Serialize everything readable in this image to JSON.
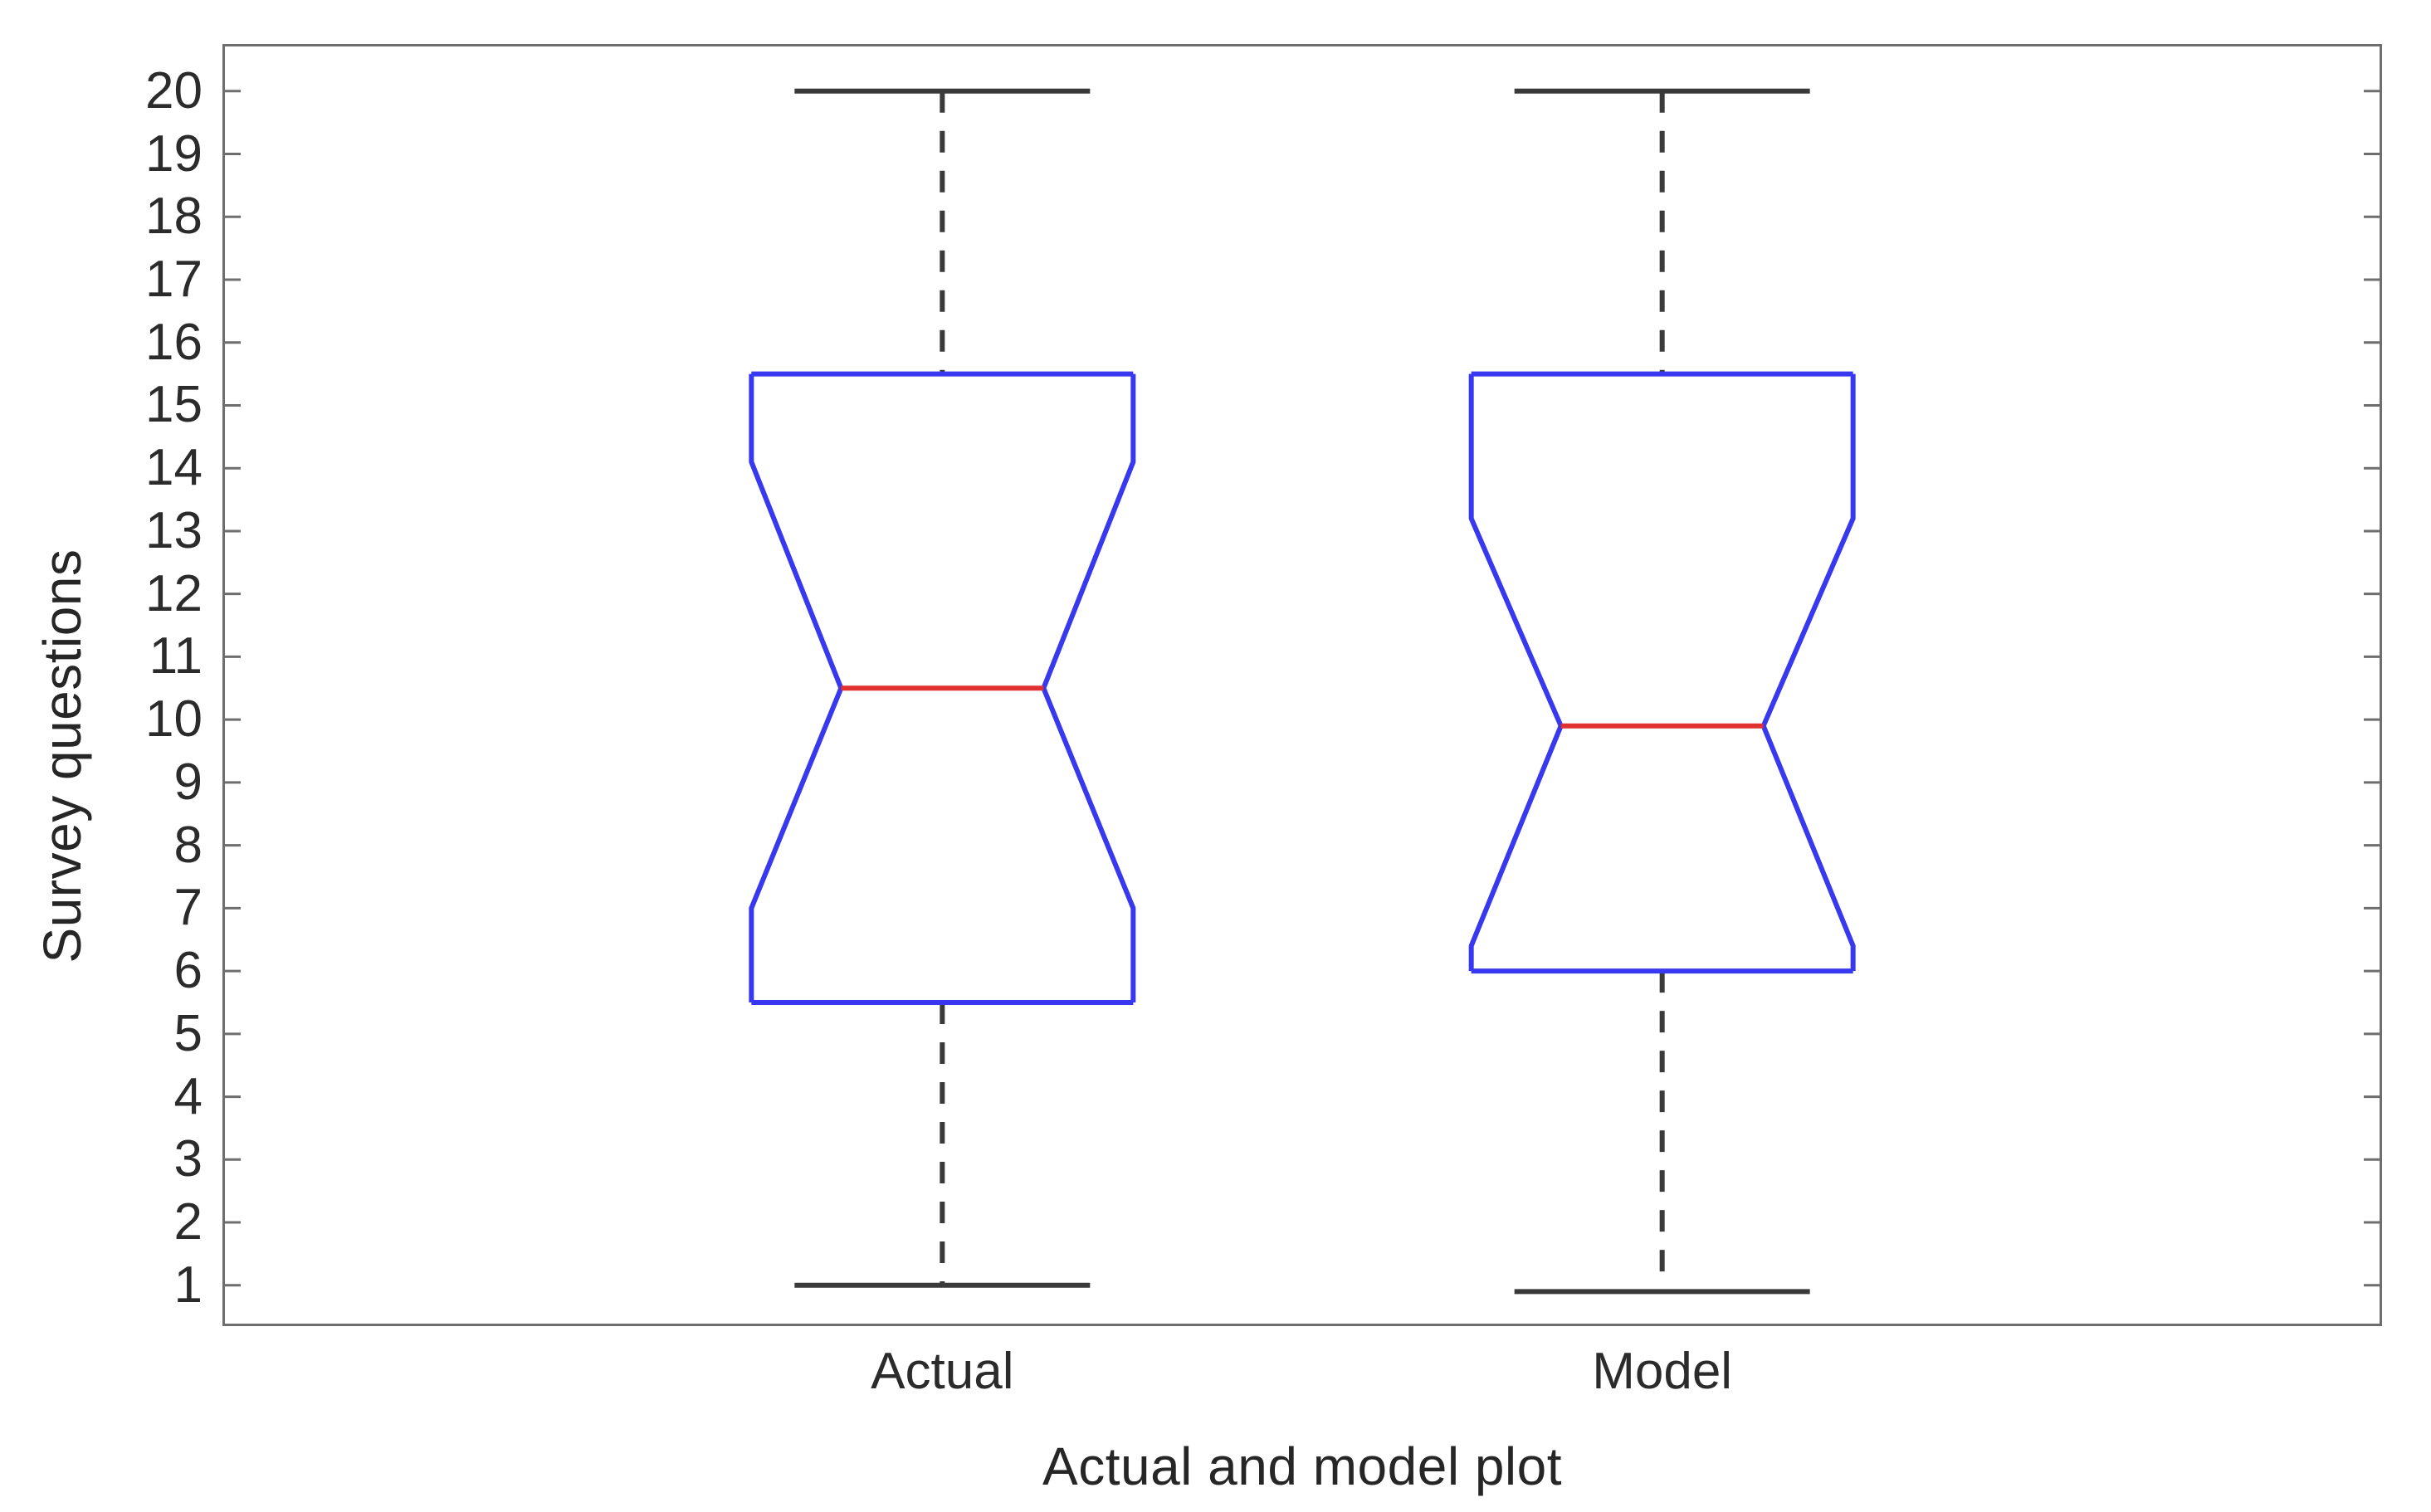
{
  "chart_data": {
    "type": "box",
    "title": "",
    "xlabel": "Actual and model plot",
    "ylabel": "Survey questions",
    "ylim": [
      0.35,
      20.75
    ],
    "yticks": [
      20,
      19,
      18,
      17,
      16,
      15,
      14,
      13,
      12,
      11,
      10,
      9,
      8,
      7,
      6,
      5,
      4,
      3,
      2,
      1
    ],
    "ytick_labels": [
      "20",
      "19",
      "18",
      "17",
      "16",
      "15",
      "14",
      "13",
      "12",
      "11",
      "10",
      "9",
      "8",
      "7",
      "6",
      "5",
      "4",
      "3",
      "2",
      "1"
    ],
    "categories": [
      "Actual",
      "Model"
    ],
    "grid": false,
    "legend": "none",
    "notched": true,
    "colors": {
      "box": "#3838ee",
      "median": "#e03030",
      "whisker": "#3a3a3a",
      "axis": "#6e6e6e",
      "text": "#2b2b2b",
      "background": "#ffffff"
    },
    "boxes": [
      {
        "name": "Actual",
        "whisker_low": 1.0,
        "q1": 5.5,
        "notch_low": 7.0,
        "median": 10.5,
        "notch_high": 14.1,
        "q3": 15.5,
        "whisker_high": 20.0,
        "outliers": []
      },
      {
        "name": "Model",
        "whisker_low": 0.9,
        "q1": 6.0,
        "notch_low": 6.4,
        "median": 9.9,
        "notch_high": 13.2,
        "q3": 15.5,
        "whisker_high": 20.0,
        "outliers": []
      }
    ]
  },
  "axes": {
    "ylabel": "Survey questions",
    "xlabel": "Actual and model plot",
    "xtick_labels": [
      "Actual",
      "Model"
    ]
  }
}
